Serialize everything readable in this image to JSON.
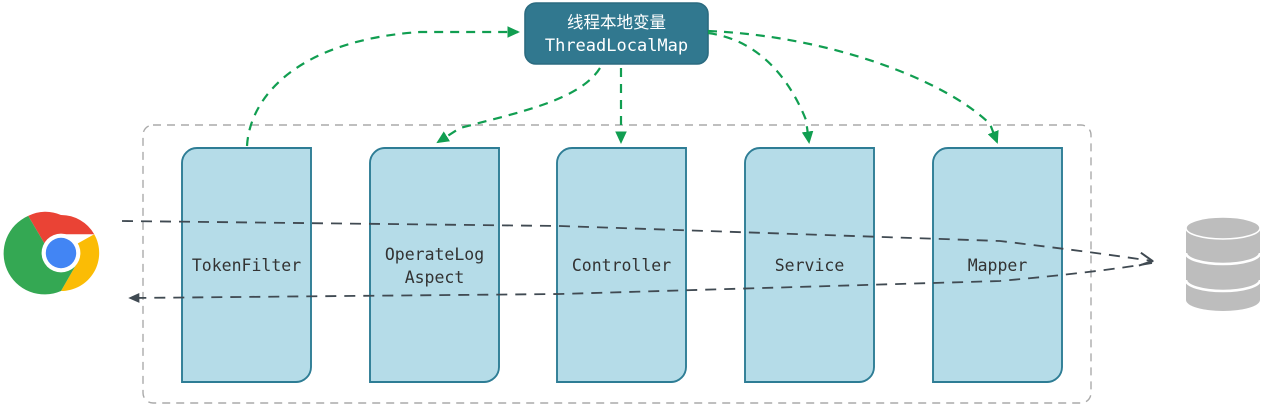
{
  "diagram": {
    "title_box": {
      "line1": "线程本地变量",
      "line2": "ThreadLocalMap",
      "fill": "#31788f",
      "stroke": "#2b6b80",
      "text_color": "#ffffff"
    },
    "layers": [
      {
        "id": "token-filter",
        "label": "TokenFilter",
        "label_lines": [
          "TokenFilter"
        ]
      },
      {
        "id": "operatelog-aspect",
        "label": "OperateLog Aspect",
        "label_lines": [
          "OperateLog",
          "Aspect"
        ]
      },
      {
        "id": "controller",
        "label": "Controller",
        "label_lines": [
          "Controller"
        ]
      },
      {
        "id": "service",
        "label": "Service",
        "label_lines": [
          "Service"
        ]
      },
      {
        "id": "mapper",
        "label": "Mapper",
        "label_lines": [
          "Mapper"
        ]
      }
    ],
    "layer_style": {
      "fill": "#b5dce8",
      "stroke": "#2e7d95",
      "text_color": "#333333"
    },
    "endpoints": {
      "client": {
        "name": "chrome-browser-icon",
        "colors": {
          "red": "#ea4335",
          "yellow": "#fbbc05",
          "green": "#34a853",
          "blue": "#4285f4",
          "ring": "#ffffff"
        }
      },
      "datastore": {
        "name": "database-cylinder-icon",
        "color": "#bdbdbd",
        "highlight": "#ffffff"
      }
    },
    "flows": {
      "request_color": "#404a52",
      "threadlocal_color": "#119e51",
      "container_border": "#aaaaaa"
    }
  }
}
